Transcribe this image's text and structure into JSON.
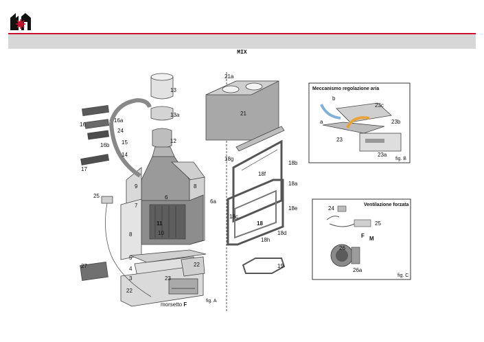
{
  "page": {
    "title": "MIX"
  },
  "colors": {
    "brand_red": "#c8102e",
    "header_gray": "#d7d7d7"
  },
  "icons": {
    "logo": "company-logo-icon"
  },
  "main_view": {
    "caption": "fig. A",
    "morsetto_label": "morsetto",
    "morsetto_letter": "F",
    "parts": [
      "13",
      "13a",
      "12",
      "14",
      "15",
      "16",
      "16a",
      "16b",
      "24",
      "17",
      "25",
      "9",
      "8",
      "6",
      "7",
      "6a",
      "11",
      "10",
      "5",
      "4",
      "3",
      "22",
      "23",
      "27",
      "21a",
      "21",
      "18g",
      "18b",
      "18f",
      "18a",
      "18c",
      "18e",
      "18d",
      "18h",
      "18",
      "19"
    ]
  },
  "inset_b": {
    "title": "Meccanismo regolazione aria",
    "caption": "fig. B",
    "parts": [
      "b",
      "23c",
      "a",
      "23b",
      "23",
      "23a"
    ]
  },
  "inset_c": {
    "title": "Ventilazione forzata",
    "caption": "fig. C",
    "parts": [
      "24",
      "25",
      "F",
      "M",
      "26",
      "26a"
    ]
  }
}
